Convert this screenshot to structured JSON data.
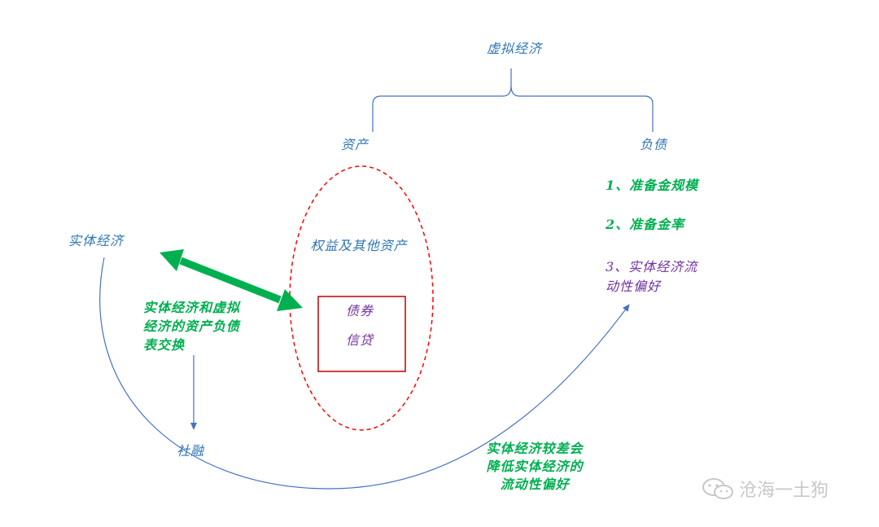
{
  "labels": {
    "virtual_economy": "虚拟经济",
    "assets": "资产",
    "liabilities": "负债",
    "real_economy": "实体经济",
    "equity_other_assets": "权益及其他资产",
    "bonds": "债券",
    "credit": "信贷",
    "balance_sheet_swap": "实体经济和虚拟\n经济的资产负债\n表交换",
    "social_financing": "社融",
    "poor_real_economy": "实体经济较差会\n降低实体经济的\n流动性偏好"
  },
  "liability_items": [
    "1、准备金规模",
    "2、准备金率",
    "3、实体经济流\n动性偏好"
  ],
  "watermark": "沧海一土狗",
  "colors": {
    "blue_text": "#2e75b6",
    "line_blue": "#4472c4",
    "green": "#00b050",
    "red": "#ff0000",
    "purple": "#7030a0",
    "watermark": "#c8c8c8"
  },
  "icons": {
    "watermark_logo": "wechat-icon"
  }
}
